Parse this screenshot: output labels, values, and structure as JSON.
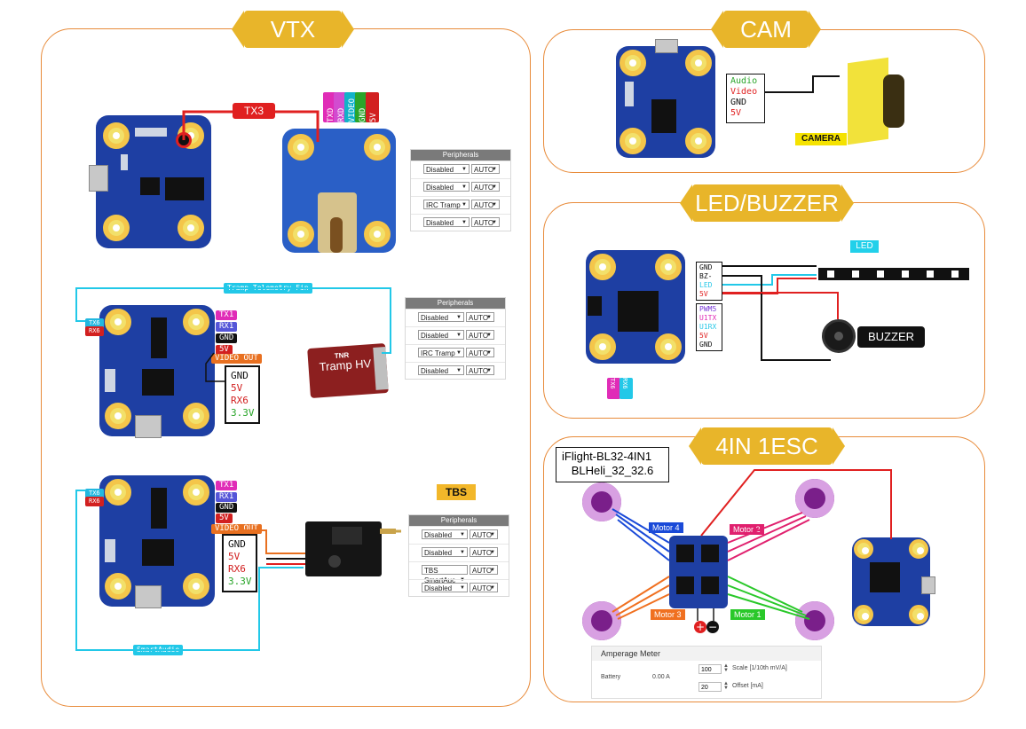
{
  "sections": {
    "vtx": "VTX",
    "cam": "CAM",
    "led": "LED/BUZZER",
    "esc": "4IN 1ESC"
  },
  "vtx_top": {
    "wire_label": "TX3",
    "pin_labels": [
      "TXD",
      "RXD",
      "VIDEO",
      "GND",
      "5V"
    ],
    "peripherals": {
      "title": "Peripherals",
      "rows": [
        {
          "func": "Disabled",
          "baud": "AUTO"
        },
        {
          "func": "Disabled",
          "baud": "AUTO"
        },
        {
          "func": "IRC Tramp",
          "baud": "AUTO"
        },
        {
          "func": "Disabled",
          "baud": "AUTO"
        }
      ]
    }
  },
  "vtx_mid": {
    "wire_label": "Tramp Telemetry Fin",
    "pads": [
      "TX1",
      "RX1",
      "GND",
      "5V",
      "VIDEO OUT"
    ],
    "side_pads": [
      "TX6",
      "RX6"
    ],
    "box": [
      "GND",
      "5V",
      "RX6",
      "3.3V"
    ],
    "device_brand": "TNR",
    "device_name": "Tramp HV",
    "peripherals": {
      "title": "Peripherals",
      "rows": [
        {
          "func": "Disabled",
          "baud": "AUTO"
        },
        {
          "func": "Disabled",
          "baud": "AUTO"
        },
        {
          "func": "IRC Tramp",
          "baud": "AUTO"
        },
        {
          "func": "Disabled",
          "baud": "AUTO"
        }
      ]
    }
  },
  "vtx_bot": {
    "tbs_label": "TBS",
    "wire_label": "SmartAudio",
    "pads": [
      "TX1",
      "RX1",
      "GND",
      "5V",
      "VIDEO OUT"
    ],
    "side_pads": [
      "TX6",
      "RX6"
    ],
    "box": [
      "GND",
      "5V",
      "RX6",
      "3.3V"
    ],
    "peripherals": {
      "title": "Peripherals",
      "rows": [
        {
          "func": "Disabled",
          "baud": "AUTO"
        },
        {
          "func": "Disabled",
          "baud": "AUTO"
        },
        {
          "func": "TBS SmartAuc",
          "baud": "AUTO"
        },
        {
          "func": "Disabled",
          "baud": "AUTO"
        }
      ]
    }
  },
  "cam": {
    "box": [
      "Audio",
      "Video",
      "GND",
      "5V"
    ],
    "camera_label": "CAMERA"
  },
  "led": {
    "led_label": "LED",
    "box_top": [
      "GND",
      "BZ-",
      "LED",
      "5V"
    ],
    "box_bot": [
      "PWM5",
      "U1TX",
      "U1RX",
      "5V",
      "GND"
    ],
    "buzzer_label": "BUZZER",
    "side_pads": [
      "TX6",
      "RX6"
    ]
  },
  "esc": {
    "model": "iFlight-BL32-4IN1",
    "firmware": "BLHeli_32_32.6",
    "motors": [
      "Motor 4",
      "Motor 2",
      "Motor 3",
      "Motor 1"
    ],
    "amperage": {
      "title": "Amperage Meter",
      "label": "Battery",
      "value": "0.00 A",
      "scale": "100",
      "scale_label": "Scale [1/10th mV/A]",
      "offset": "20",
      "offset_label": "Offset [mA]"
    }
  }
}
